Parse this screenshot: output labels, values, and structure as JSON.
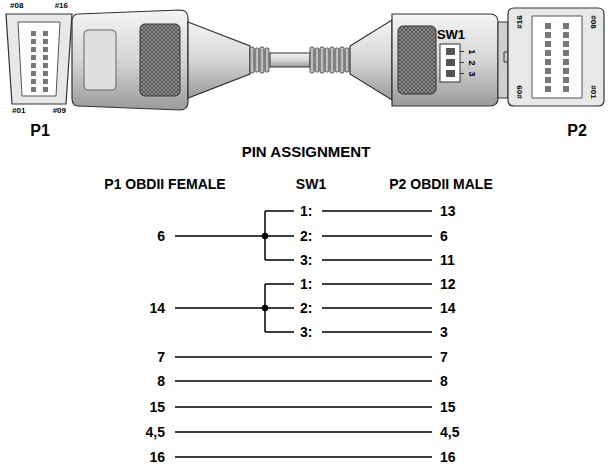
{
  "diagram": {
    "title": "PIN ASSIGNMENT",
    "labels": [
      "#08",
      "#16",
      "#01",
      "#09",
      "SW1",
      "1",
      "2",
      "3",
      "#16",
      "#09",
      "#08",
      "#01",
      "P1",
      "P2",
      "P1 OBDII FEMALE",
      "SW1",
      "P2 OBDII MALE",
      "1:",
      "13",
      "6",
      "2:",
      "6",
      "3:",
      "11",
      "1:",
      "12",
      "14",
      "2:",
      "14",
      "3:",
      "3",
      "7",
      "7",
      "8",
      "8",
      "15",
      "15",
      "4,5",
      "4,5",
      "16",
      "16"
    ]
  }
}
